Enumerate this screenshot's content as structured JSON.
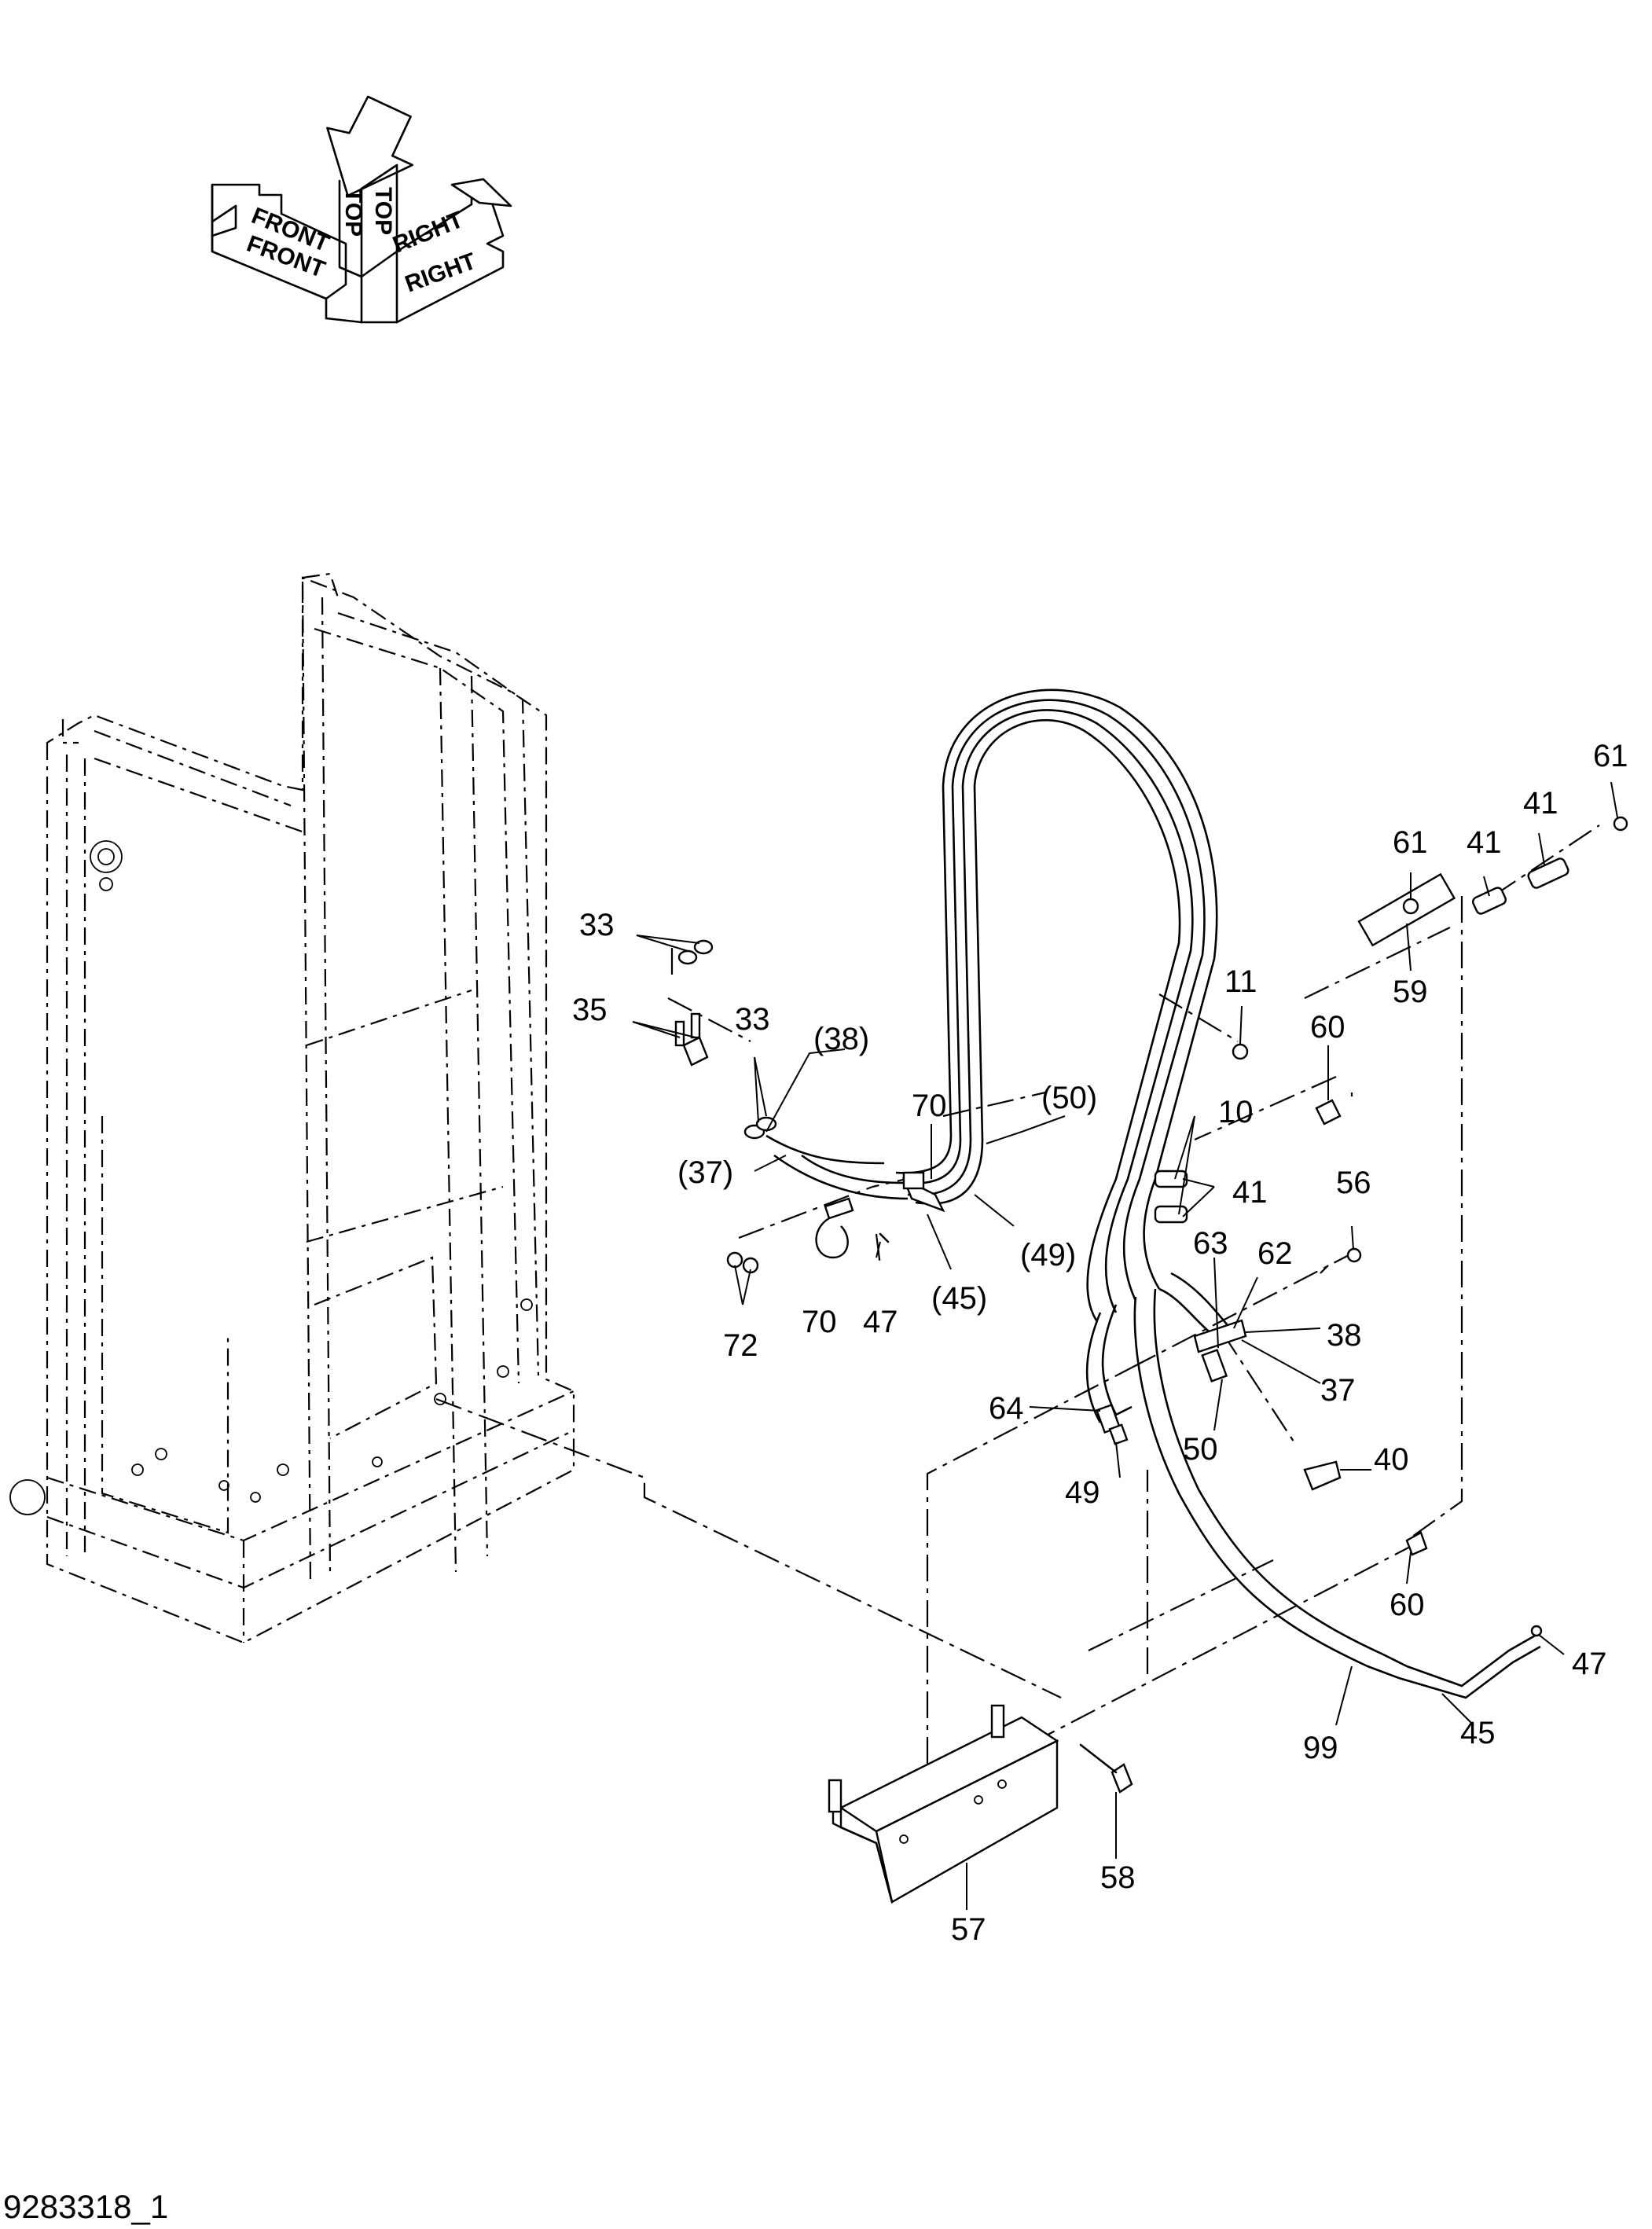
{
  "orientation": {
    "front": "FRONT",
    "top": "TOP",
    "right": "RIGHT"
  },
  "drawing_id": "9283318_1",
  "callouts": {
    "c33a": "33",
    "c35": "35",
    "c33b": "33",
    "c38p": "(38)",
    "c37p": "(37)",
    "c70a": "70",
    "c50p": "(50)",
    "c49p": "(49)",
    "c45p": "(45)",
    "c70b": "70",
    "c47a": "47",
    "c72": "72",
    "c11": "11",
    "c10": "10",
    "c41a": "41",
    "c61a": "61",
    "c41b": "41",
    "c41c": "41",
    "c61b": "61",
    "c59": "59",
    "c60a": "60",
    "c56": "56",
    "c63": "63",
    "c62": "62",
    "c38": "38",
    "c37": "37",
    "c64": "64",
    "c49": "49",
    "c50": "50",
    "c40": "40",
    "c60b": "60",
    "c47b": "47",
    "c99": "99",
    "c45": "45",
    "c58": "58",
    "c57": "57"
  }
}
